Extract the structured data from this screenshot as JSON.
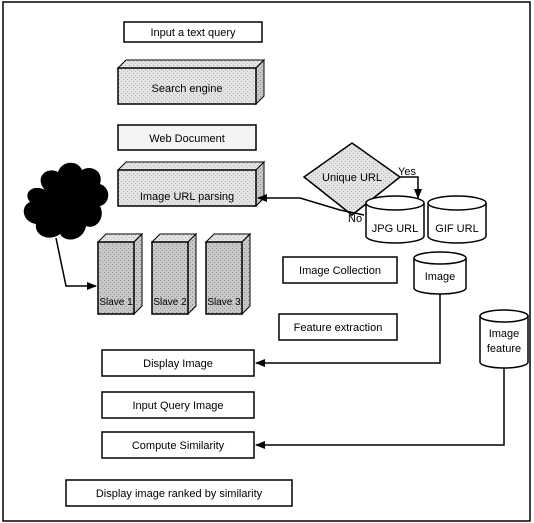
{
  "diagram": {
    "steps": {
      "input_text_query": "Input a text query",
      "search_engine": "Search engine",
      "web_document": "Web Document",
      "image_url_parsing": "Image URL parsing",
      "image_collection": "Image Collection",
      "feature_extraction": "Feature extraction",
      "display_image": "Display  Image",
      "input_query_image": "Input Query  Image",
      "compute_similarity": "Compute Similarity",
      "display_ranked": "Display image ranked by similarity"
    },
    "decision": {
      "label": "Unique URL",
      "yes": "Yes",
      "no": "No"
    },
    "databases": {
      "jpg_url": "JPG URL",
      "gif_url": "GIF URL",
      "image": "Image",
      "image_feature_line1": "Image",
      "image_feature_line2": "feature"
    },
    "servers": [
      "Slave 1",
      "Slave 2",
      "Slave 3"
    ]
  }
}
